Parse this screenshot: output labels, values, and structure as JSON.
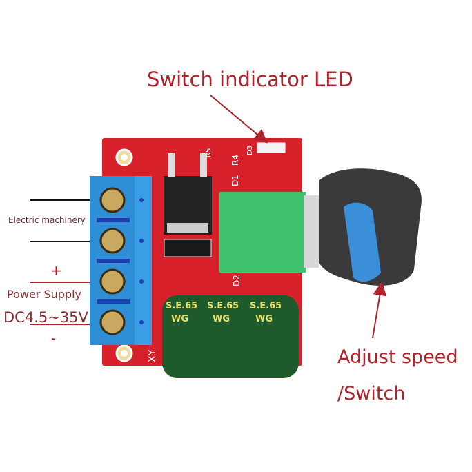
{
  "labels": {
    "led": "Switch indicator LED",
    "adjust_line1": "Adjust speed",
    "adjust_line2": "/Switch",
    "motor": "Electric machinery",
    "plus": "+",
    "power_supply": "Power Supply",
    "voltage": "DC4.5~35V",
    "minus": "-"
  },
  "board": {
    "silkscreen": [
      "R5",
      "R4",
      "D1",
      "D3",
      "D2",
      "XY"
    ],
    "capacitor_marks": [
      "S.E.65",
      "WG"
    ]
  },
  "colors": {
    "annotation": "#b0232a",
    "pcb": "#d8202a",
    "terminal": "#2f8fd6",
    "capacitor": "#1f5a2c",
    "knob": "#3a3a3c",
    "knob_stripe": "#3b8fd8"
  }
}
